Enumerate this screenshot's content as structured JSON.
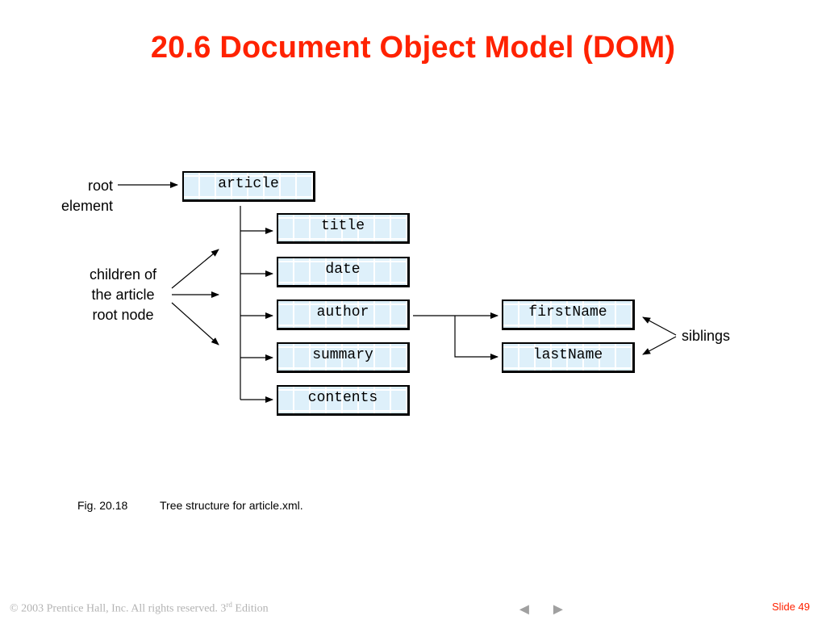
{
  "title": "20.6  Document Object Model (DOM)",
  "labels": {
    "root_line1": "root",
    "root_line2": "element",
    "children_line1": "children of",
    "children_line2": "the article",
    "children_line3": "root node",
    "siblings": "siblings"
  },
  "nodes": {
    "article": "article",
    "title": "title",
    "date": "date",
    "author": "author",
    "summary": "summary",
    "contents": "contents",
    "firstName": "firstName",
    "lastName": "lastName"
  },
  "caption": {
    "fig": "Fig. 20.18",
    "text": "Tree structure for article.xml."
  },
  "footer": {
    "copyright_pre": "2003 Prentice Hall, Inc.  All rights reserved. 3",
    "copyright_sup": "rd",
    "copyright_post": " Edition",
    "copyright_symbol": "©",
    "prev": "◄",
    "next": "►",
    "slide": "Slide 49"
  },
  "colors": {
    "title": "#ff2200",
    "node_fill": "#def0fa",
    "footer_text": "#b3b3b3"
  }
}
